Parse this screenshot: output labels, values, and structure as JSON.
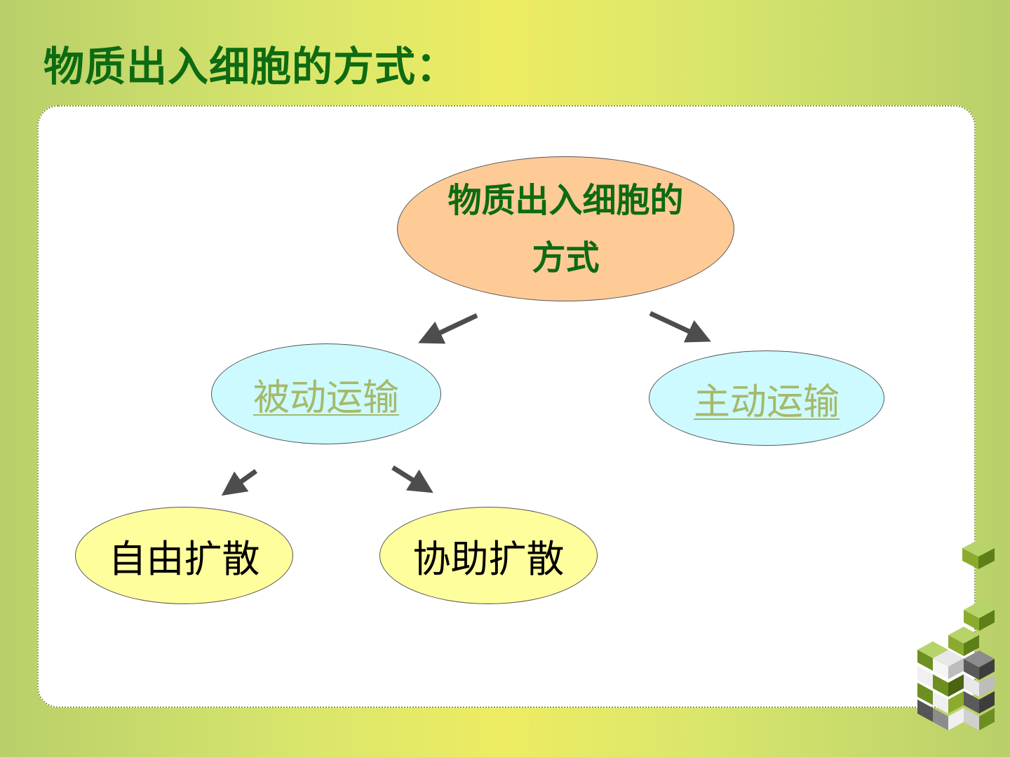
{
  "slide": {
    "title": "物质出入细胞的方式："
  },
  "diagram": {
    "root": {
      "label": "物质出入细胞的方式"
    },
    "passive": {
      "label": "被动运输"
    },
    "active": {
      "label": "主动运输"
    },
    "free_diffusion": {
      "label": "自由扩散"
    },
    "facilitated_diffusion": {
      "label": "协助扩散"
    }
  },
  "colors": {
    "title": "#0d6b12",
    "root_fill": "#fecb97",
    "mid_fill": "#ccfafe",
    "mid_text": "#a6b86b",
    "leaf_fill": "#fffe9c",
    "arrow": "#4d4d4d"
  },
  "icons": [
    "arrow-down-left-icon",
    "arrow-down-right-icon",
    "cube-stack-icon"
  ]
}
